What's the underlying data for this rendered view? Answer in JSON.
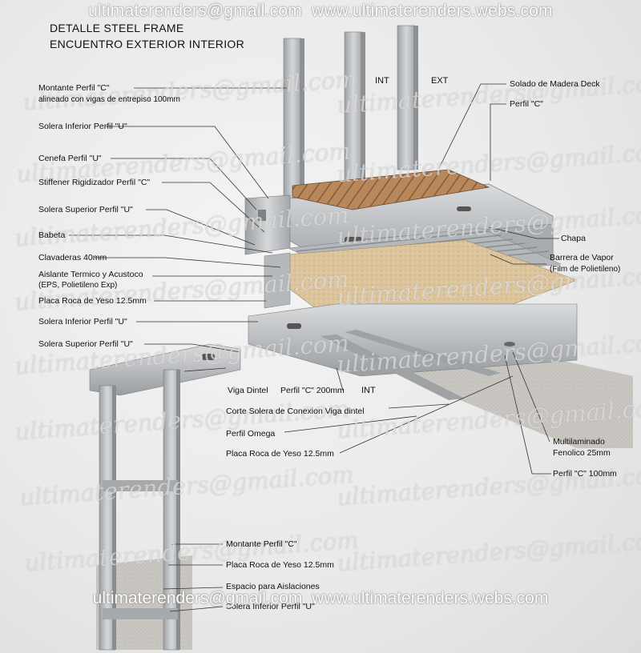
{
  "watermark_top": "ultimaterenders@gmail.com  www.ultimaterenders.webs.com",
  "watermark_bottom": "ultimaterenders@gmail.com  www.ultimaterenders.webs.com",
  "watermark_tile": "ultimaterenders@gmail.com",
  "title_line1": "DETALLE STEEL FRAME",
  "title_line2": "ENCUENTRO EXTERIOR INTERIOR",
  "tags": {
    "int_top": "INT",
    "ext_top": "EXT",
    "int_mid": "INT"
  },
  "labels_left": [
    "Montante Perfil \"C\"",
    "alineado con vigas de entrepiso 100mm",
    "Solera Inferior Perfil \"U\"",
    "Cenefa Perfil \"U\"",
    "Stiffener Rigidizador Perfil \"C\"",
    "Solera Superior Perfil \"U\"",
    "Babeta",
    "Clavaderas 40mm",
    "Aislante Termico y Acustoco",
    "(EPS, Polietileno Exp)",
    "Placa Roca de Yeso 12.5mm",
    "Solera Inferior Perfil \"U\"",
    "Solera Superior Perfil \"U\""
  ],
  "labels_right": [
    "Solado de Madera Deck",
    "Perfil \"C\"",
    "Chapa",
    "Barrera de Vapor",
    "(Film de Polietileno)",
    "Multilaminado",
    "Fenolico 25mm",
    "Perfil \"C\" 100mm"
  ],
  "labels_center": [
    "Viga Dintel",
    "Perfil \"C\" 200mm",
    "Corte Solera de Conexion Viga dintel",
    "Perfil Omega",
    "Placa Roca de Yeso 12.5mm"
  ],
  "labels_bottom": [
    "Montante Perfil \"C\"",
    "Placa Roca de Yeso 12.5mm",
    "Espacio para Aislaciones",
    "Solera Inferior Perfil \"U\""
  ],
  "colors": {
    "steel": "#b7babd",
    "steel_dark": "#8d9094",
    "wood": "#b7865a",
    "osb": "#d9c39a",
    "leader": "#333333"
  }
}
